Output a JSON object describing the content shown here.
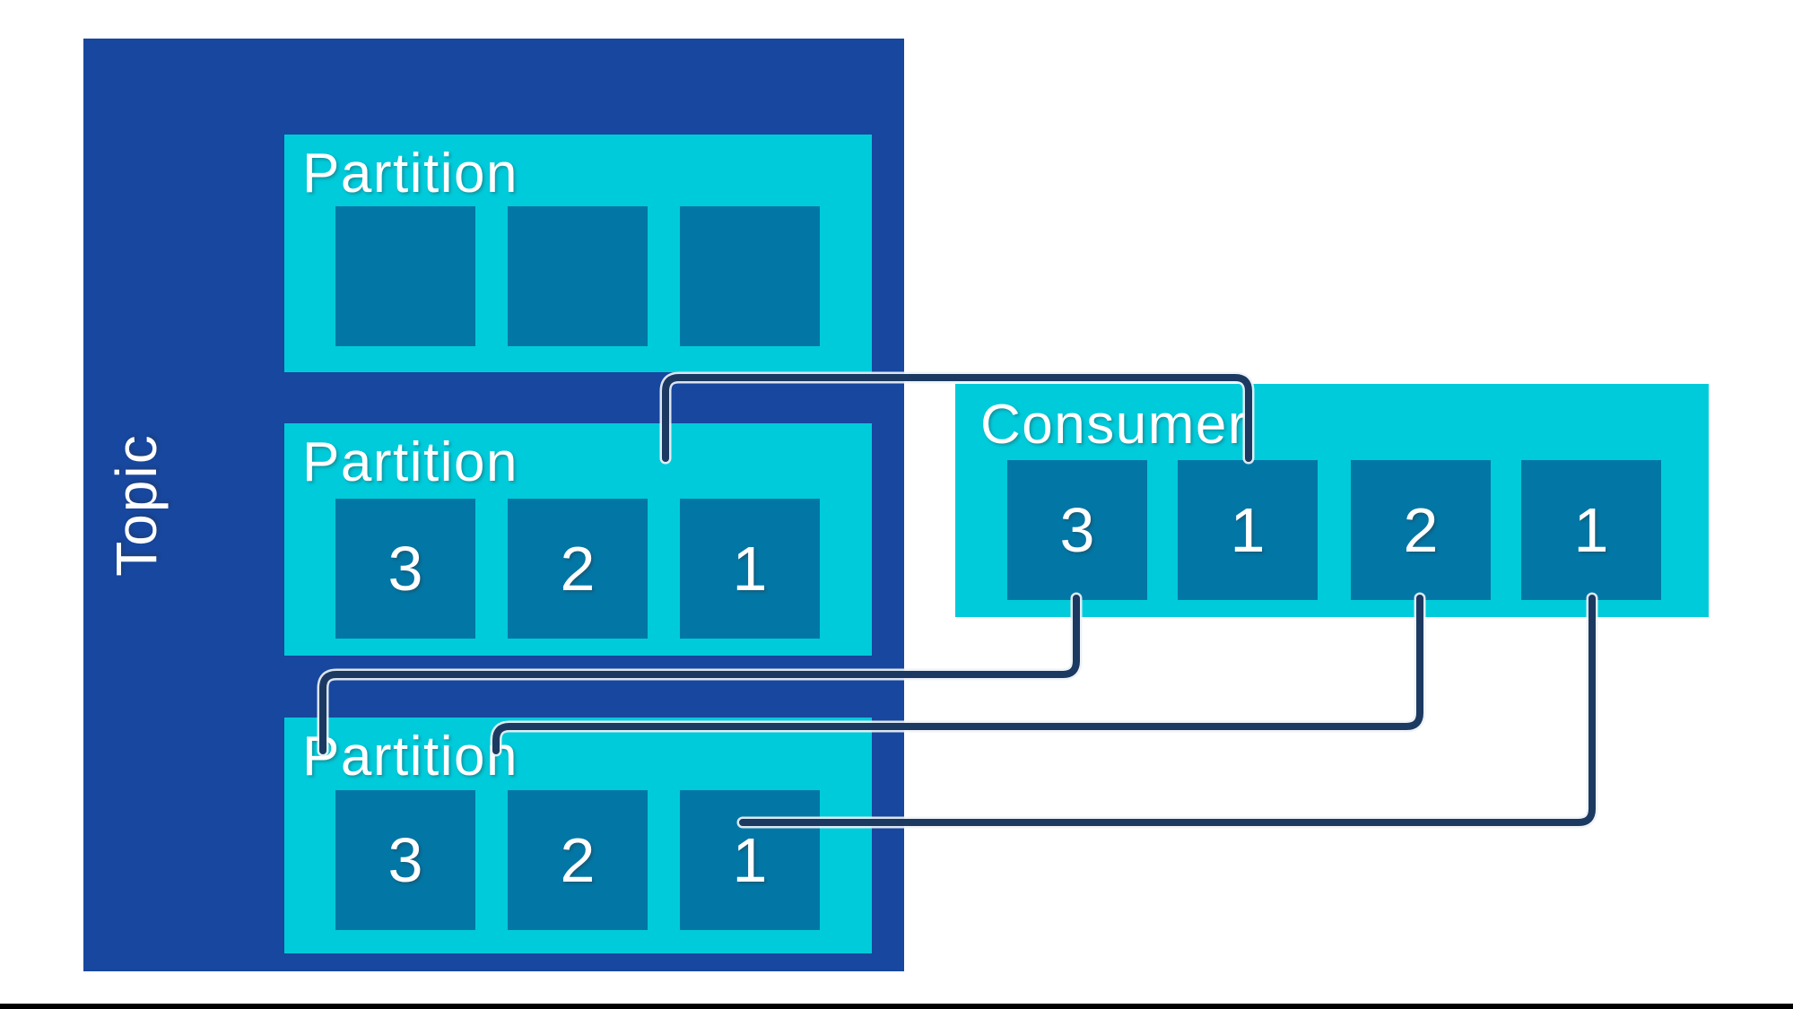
{
  "diagram": {
    "description": "Kafka topic partitions to consumer message flow diagram",
    "topic": {
      "label": "Topic"
    },
    "partitions": [
      {
        "label": "Partition",
        "messages": [
          "",
          "",
          ""
        ]
      },
      {
        "label": "Partition",
        "messages": [
          "3",
          "2",
          "1"
        ]
      },
      {
        "label": "Partition",
        "messages": [
          "3",
          "2",
          "1"
        ]
      }
    ],
    "consumer": {
      "label": "Consumer",
      "messages": [
        "3",
        "1",
        "2",
        "1"
      ]
    },
    "connections": [
      {
        "from": "partition-2-message-1",
        "to": "consumer-slot-2"
      },
      {
        "from": "consumer-slot-1",
        "to": "partition-3-message-3"
      },
      {
        "from": "consumer-slot-3",
        "to": "partition-3-message-2"
      },
      {
        "from": "consumer-slot-4",
        "to": "partition-3-message-1"
      }
    ],
    "colors": {
      "topic_background": "#17479e",
      "container_cyan": "#00cbdb",
      "message_square_teal": "#0277a6",
      "connector_navy": "#1c3a61",
      "connector_outline": "#eef2f6",
      "label_text": "#ffffff",
      "bottom_bar": "#000000",
      "page_background": "#ffffff"
    }
  }
}
